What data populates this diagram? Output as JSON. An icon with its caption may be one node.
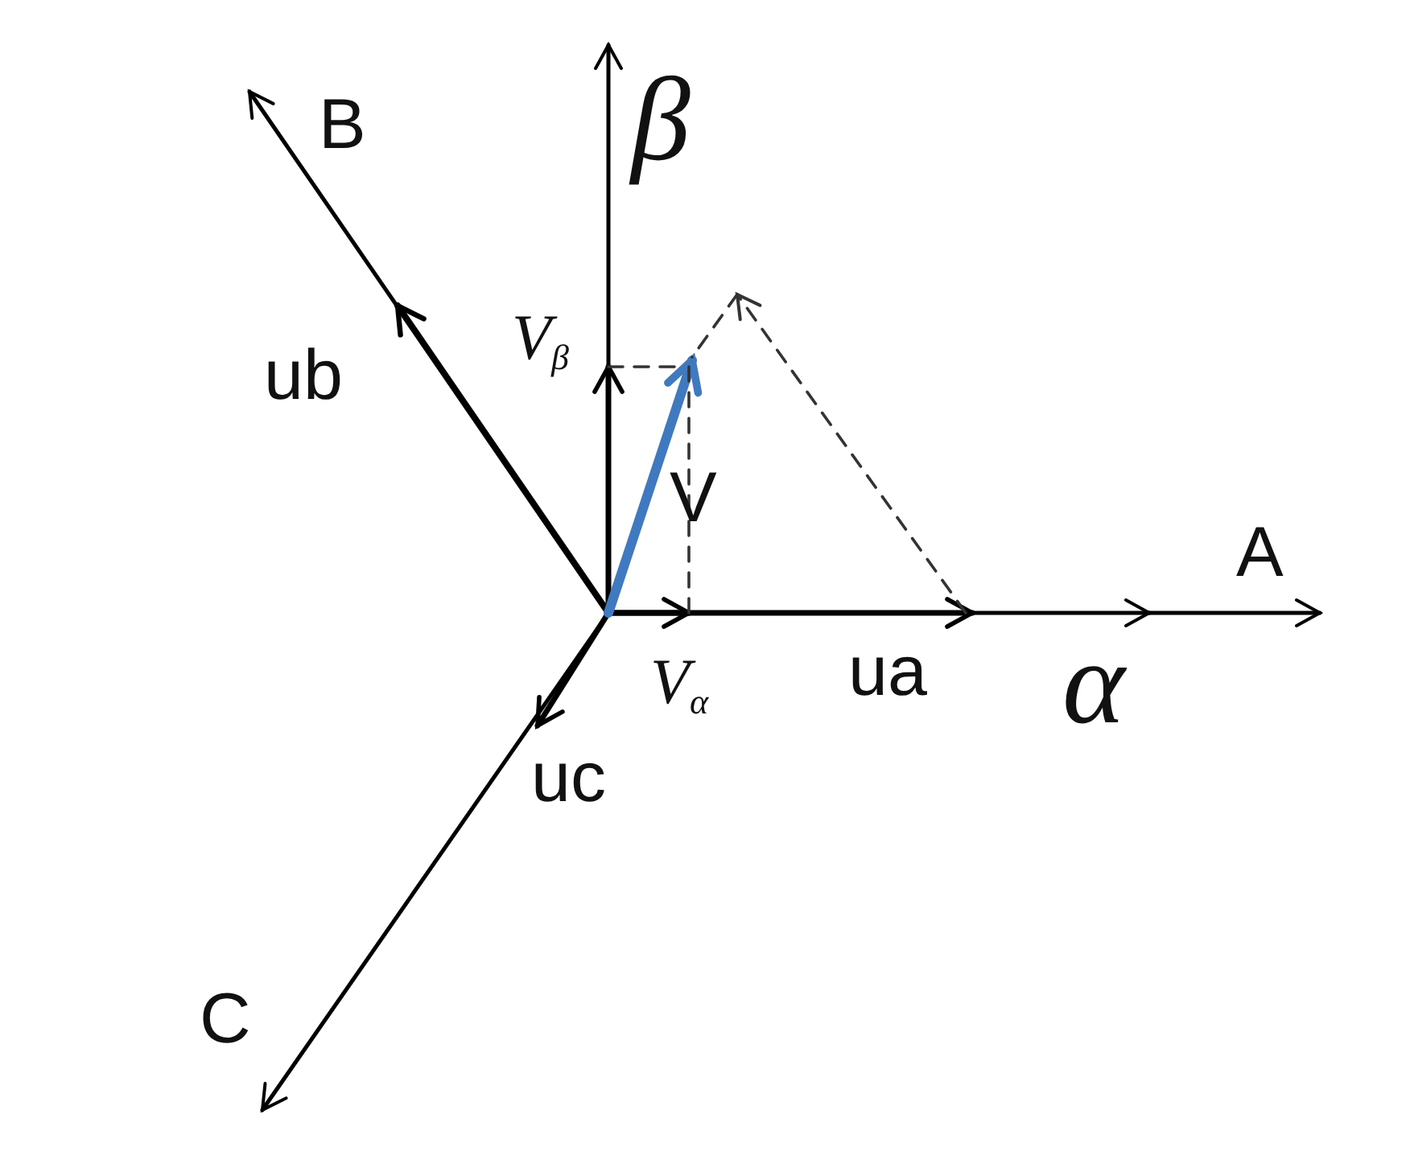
{
  "diagram": {
    "labels": [
      "β",
      "B",
      "ub",
      "V$_{β}$",
      "V",
      "A",
      "V$_{α}$",
      "ua",
      "α",
      "uc",
      "C"
    ]
  }
}
